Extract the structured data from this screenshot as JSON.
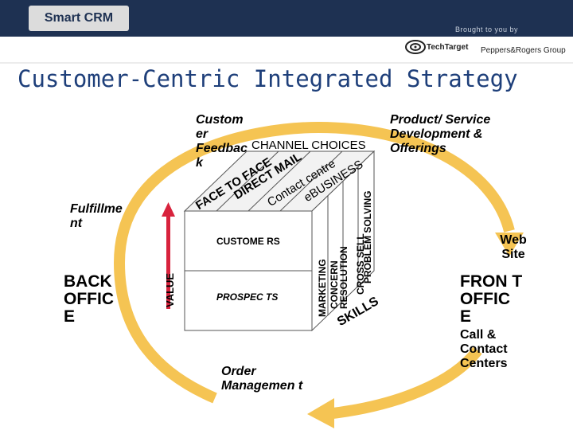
{
  "header": {
    "logo": "Smart CRM",
    "brought_by": "Brought to you by",
    "sponsor_1": "TechTarget",
    "sponsor_2": "Peppers&Rogers Group"
  },
  "title": "Customer-Centric Integrated Strategy",
  "colors": {
    "ring": "#f5c453",
    "value_arrow": "#d8233d",
    "header_bg": "#1e3152",
    "title": "#1e3f7a"
  },
  "outer_labels": {
    "customer_feedback": "Custom er Feedbac k",
    "product_service": "Product/ Service Development & Offerings",
    "fulfillment": "Fulfillme nt",
    "web_site": "Web Site",
    "back_office": "BACK OFFIC E",
    "front_office": "FRON T OFFIC E",
    "call_contact": "Call & Contact Centers",
    "order_management": "Order Managemen t",
    "value": "VALUE"
  },
  "cube": {
    "top_title": "CHANNEL CHOICES",
    "top_items": [
      "FACE TO FACE",
      "DIRECT MAIL",
      "Contact centre",
      "eBUSINESS"
    ],
    "front_items": [
      "CUSTOME RS",
      "PROSPEC TS"
    ],
    "side_items": [
      "MARKETING",
      "CONCERN RESOLUTION",
      "CROSS SELL",
      "PROBLEM SOLVING"
    ],
    "side_title": "SKILLS"
  }
}
